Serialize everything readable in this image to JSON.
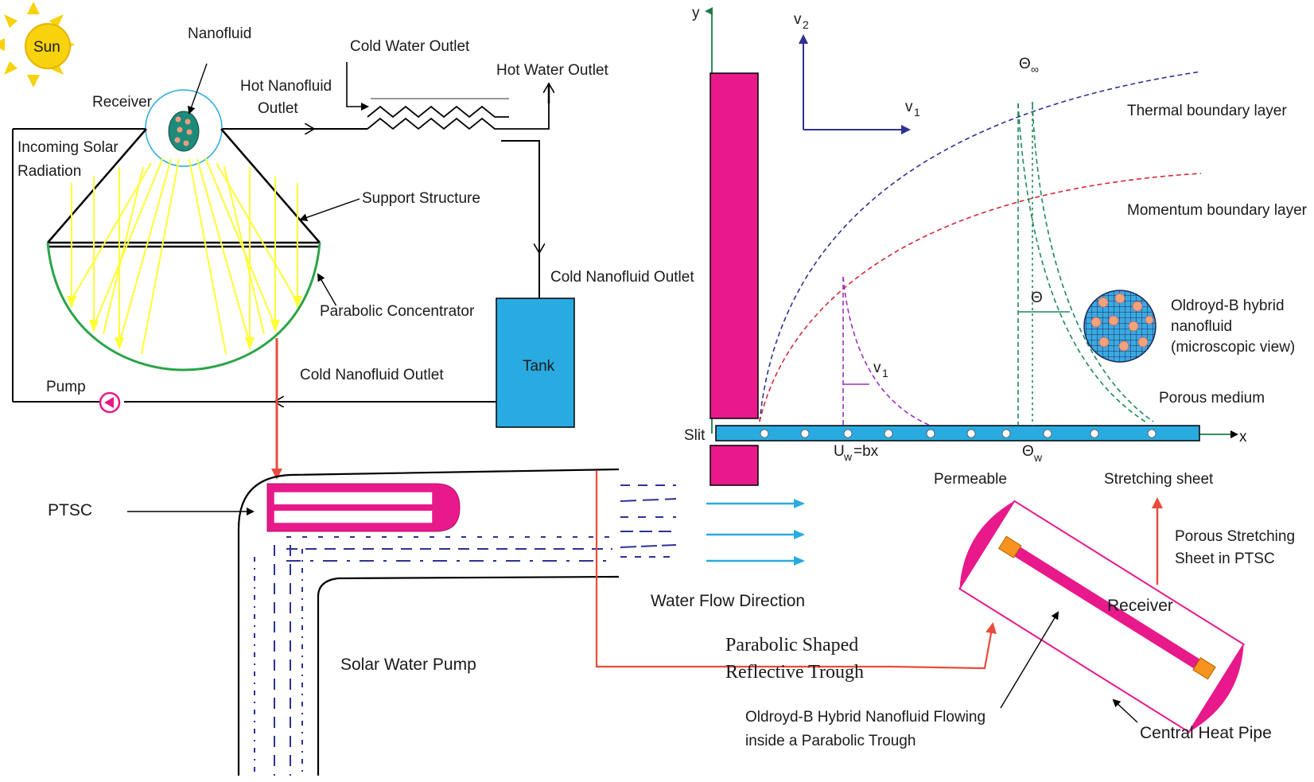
{
  "labels": {
    "sun": "Sun",
    "nanofluid": "Nanofluid",
    "receiver_top": "Receiver",
    "hot_nanofluid_outlet_1": "Hot Nanofluid",
    "hot_nanofluid_outlet_2": "Outlet",
    "incoming_solar_1": "Incoming Solar",
    "incoming_solar_2": "Radiation",
    "cold_water_outlet": "Cold Water Outlet",
    "hot_water_outlet": "Hot Water Outlet",
    "support_structure": "Support Structure",
    "parabolic_concentrator": "Parabolic Concentrator",
    "cold_nanofluid_outlet_top": "Cold Nanofluid Outlet",
    "cold_nanofluid_outlet_bottom": "Cold Nanofluid Outlet",
    "tank": "Tank",
    "pump": "Pump",
    "ptsc": "PTSC",
    "water_flow_direction": "Water Flow Direction",
    "solar_water_pump": "Solar Water Pump",
    "parabolic_trough_1": "Parabolic Shaped",
    "parabolic_trough_2": "Reflective Trough",
    "oldroyd_flow_1": "Oldroyd-B Hybrid Nanofluid Flowing",
    "oldroyd_flow_2": "inside  a Parabolic Trough",
    "receiver_bottom": "Receiver",
    "central_heat_pipe": "Central Heat Pipe",
    "porous_sheet_1": "Porous Stretching",
    "porous_sheet_2": "Sheet in PTSC",
    "axis_y": "y",
    "axis_x": "x",
    "v2": "v",
    "v2_sub": "2",
    "v1": "v",
    "v1_sub": "1",
    "v1b": "v",
    "v1b_sub": "1",
    "theta_inf": "Θ",
    "theta_inf_sub": "∞",
    "theta": "Θ",
    "theta_w": "Θ",
    "theta_w_sub": "w",
    "uw": "U",
    "uw_sub": "w",
    "uw_rest": "=bx",
    "thermal_bl": "Thermal boundary layer",
    "momentum_bl": "Momentum boundary layer",
    "oldroyd_micro_1": "Oldroyd-B hybrid",
    "oldroyd_micro_2": "nanofluid",
    "oldroyd_micro_3": "(microscopic view)",
    "porous_medium": "Porous medium",
    "slit": "Slit",
    "permeable": "Permeable",
    "stretching_sheet": "Stretching sheet"
  },
  "colors": {
    "magenta": "#e8198b",
    "cyan_sheet": "#29abe2",
    "tank": "#29abe2",
    "yellow_rays": "#ffff33",
    "concentrator": "#2aa447",
    "red_arrow": "#e84c3d",
    "thermal_curve": "#2e3192",
    "momentum_curve": "#d7263d",
    "theta_curve": "#1e8a5a",
    "velocity_curve": "#9b30c0",
    "flow_arrow": "#29abe2",
    "axis_green": "#1e7a4a",
    "axis_blue": "#2e3192"
  }
}
